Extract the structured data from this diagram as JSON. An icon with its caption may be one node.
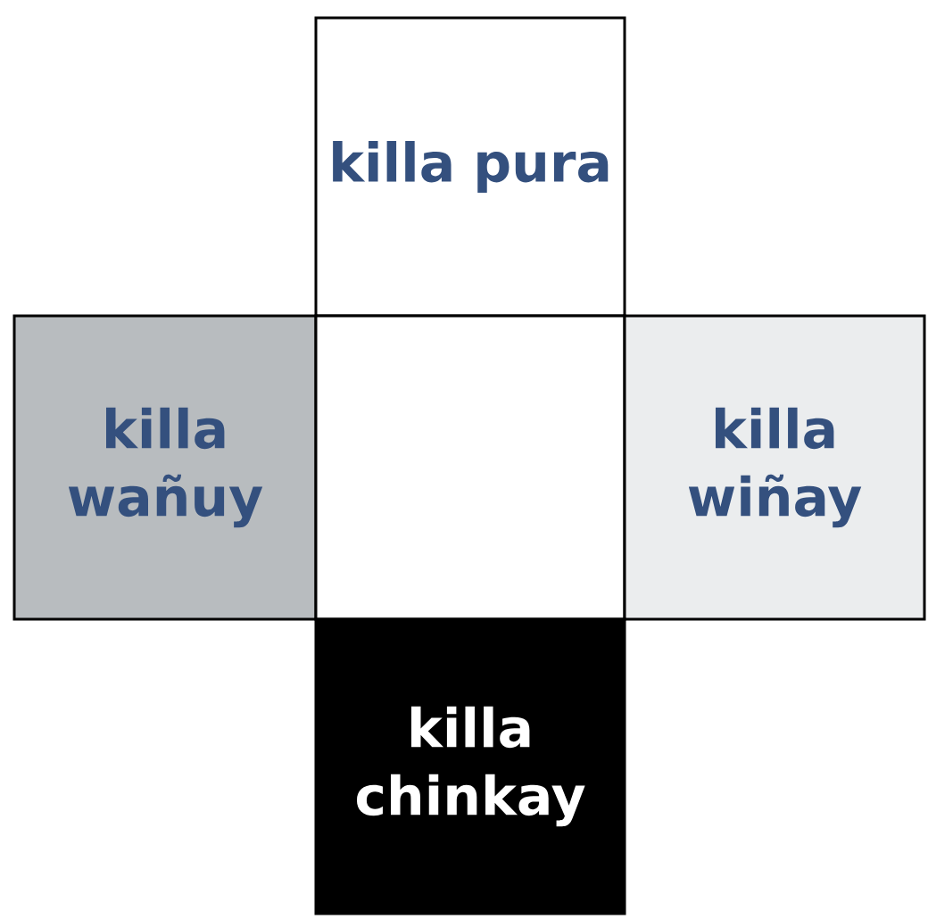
{
  "diagram": {
    "nodes": [
      {
        "text": [
          "killa pura"
        ]
      },
      {
        "text": [
          "killa wañuy"
        ]
      },
      {
        "text": [],
        "shape": "box"
      },
      {
        "text": [
          "killa wiñay"
        ]
      },
      {
        "text": [
          "killa chinkay"
        ]
      }
    ]
  }
}
